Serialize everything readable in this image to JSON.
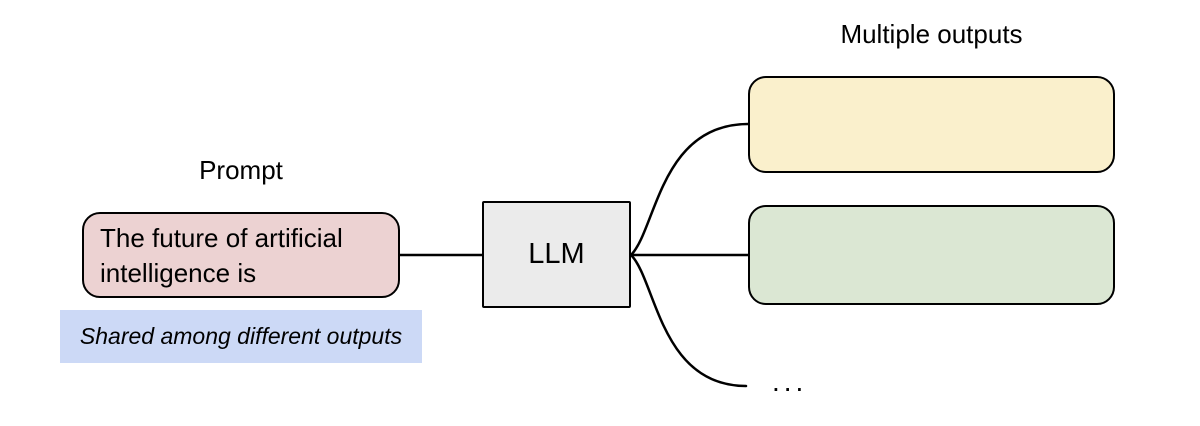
{
  "diagram": {
    "prompt": {
      "title": "Prompt",
      "text": "The future of artificial intelligence is",
      "note": "Shared among different outputs"
    },
    "llm": {
      "label": "LLM"
    },
    "outputs": {
      "title": "Multiple outputs",
      "more": "...",
      "boxes": [
        {
          "id": "output-1",
          "fill": "#faf0cc"
        },
        {
          "id": "output-2",
          "fill": "#dbe7d3"
        }
      ]
    },
    "colors": {
      "prompt_fill": "#ecd2d2",
      "note_fill": "#ccd9f6",
      "llm_fill": "#ebebeb",
      "output1_fill": "#faf0cc",
      "output2_fill": "#dbe7d3",
      "stroke": "#000000",
      "background": "#ffffff"
    }
  }
}
